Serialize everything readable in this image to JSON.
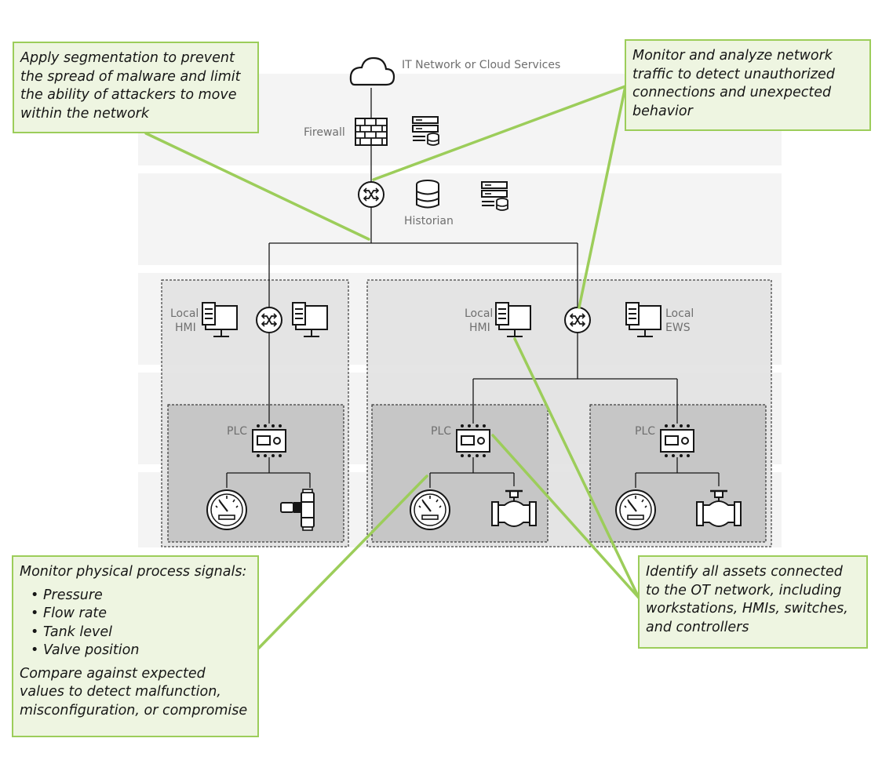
{
  "labels": {
    "cloud": "IT Network or Cloud Services",
    "firewall": "Firewall",
    "historian": "Historian",
    "local_left_1": "Local",
    "local_left_2": "HMI",
    "local_mid_1": "Local",
    "local_mid_2": "HMI",
    "local_ews_1": "Local",
    "local_ews_2": "EWS",
    "plc": "PLC"
  },
  "notes": {
    "segmentation": "Apply segmentation to prevent the spread of malware and limit the ability of attackers to move within the network",
    "monitor_traffic": "Monitor and analyze network traffic to detect unauthorized connections and unexpected behavior",
    "process_intro": "Monitor physical process signals:",
    "process_items": [
      "Pressure",
      "Flow rate",
      "Tank level",
      "Valve position"
    ],
    "process_outro": "Compare against expected values to detect malfunction, misconfiguration, or compromise",
    "assets": "Identify all assets connected to the OT network, including workstations, HMIs, switches, and controllers"
  },
  "colors": {
    "band": "#f4f4f4",
    "zone": "#e0e0e0",
    "cell": "#c6c6c6",
    "accent_green": "#9ccd5a",
    "note_fill": "#eef5e1"
  }
}
